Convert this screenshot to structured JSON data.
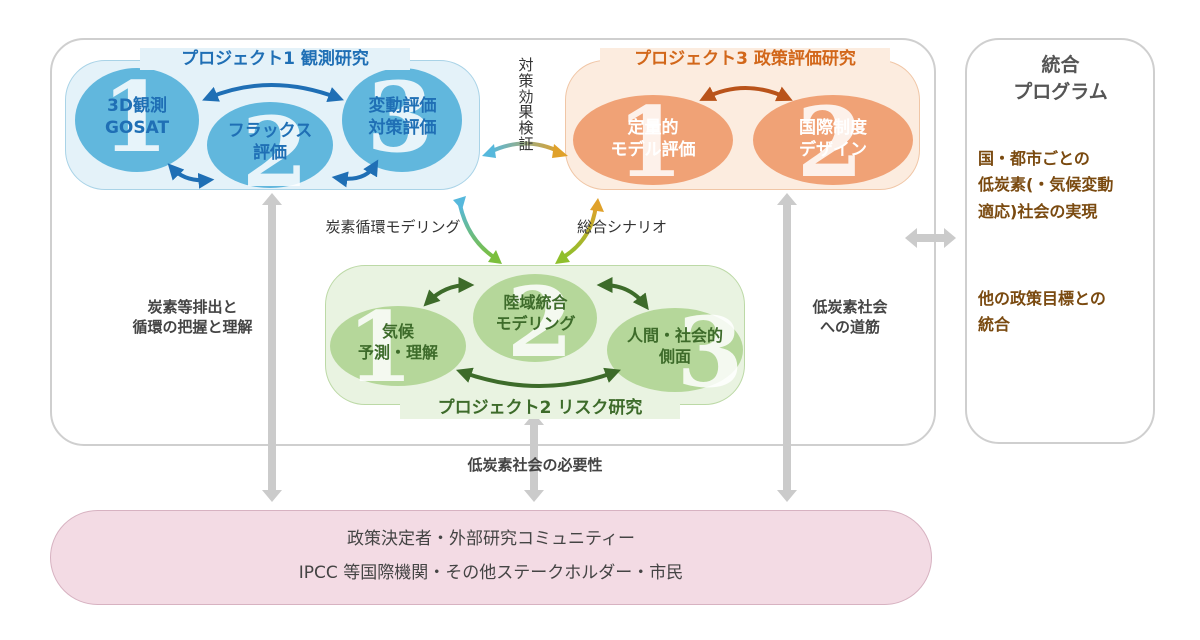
{
  "project1": {
    "title": "プロジェクト1 観測研究",
    "node1": "3D観測\nGOSAT",
    "node2": "フラックス\n評価",
    "node3": "変動評価\n対策評価"
  },
  "project2": {
    "title": "プロジェクト2 リスク研究",
    "node1": "気候\n予測・理解",
    "node2": "陸域統合\nモデリング",
    "node3": "人間・社会的\n側面"
  },
  "project3": {
    "title": "プロジェクト3 政策評価研究",
    "node1": "定量的\nモデル評価",
    "node2": "国際制度\nデザイン"
  },
  "links": {
    "p1_p3": "対策効果検証",
    "p1_p2": "炭素循環モデリング",
    "p3_p2": "総合シナリオ",
    "left_vertical": "炭素等排出と\n循環の把握と理解",
    "right_vertical": "低炭素社会\nへの道筋",
    "center_vertical": "低炭素社会の必要性"
  },
  "integration": {
    "title": "統合\nプログラム",
    "item1": "国・都市ごとの\n低炭素(・気候変動\n適応)社会の実現",
    "item2": "他の政策目標との\n統合"
  },
  "stakeholders": {
    "line1": "政策決定者・外部研究コミュニティー",
    "line2": "IPCC 等国際機関・その他ステークホルダー・市民"
  },
  "colors": {
    "blue": "#1f6fb5",
    "blue_panel": "#e4f2f9",
    "blue_node": "#61b7dd",
    "green": "#3d6b2a",
    "green_panel": "#e9f3e1",
    "green_node": "#b5d79a",
    "orange": "#d2671a",
    "orange_panel": "#fcecdf",
    "orange_node": "#f0a276",
    "pink_panel": "#f3dbe4",
    "brown": "#7a4a10"
  }
}
